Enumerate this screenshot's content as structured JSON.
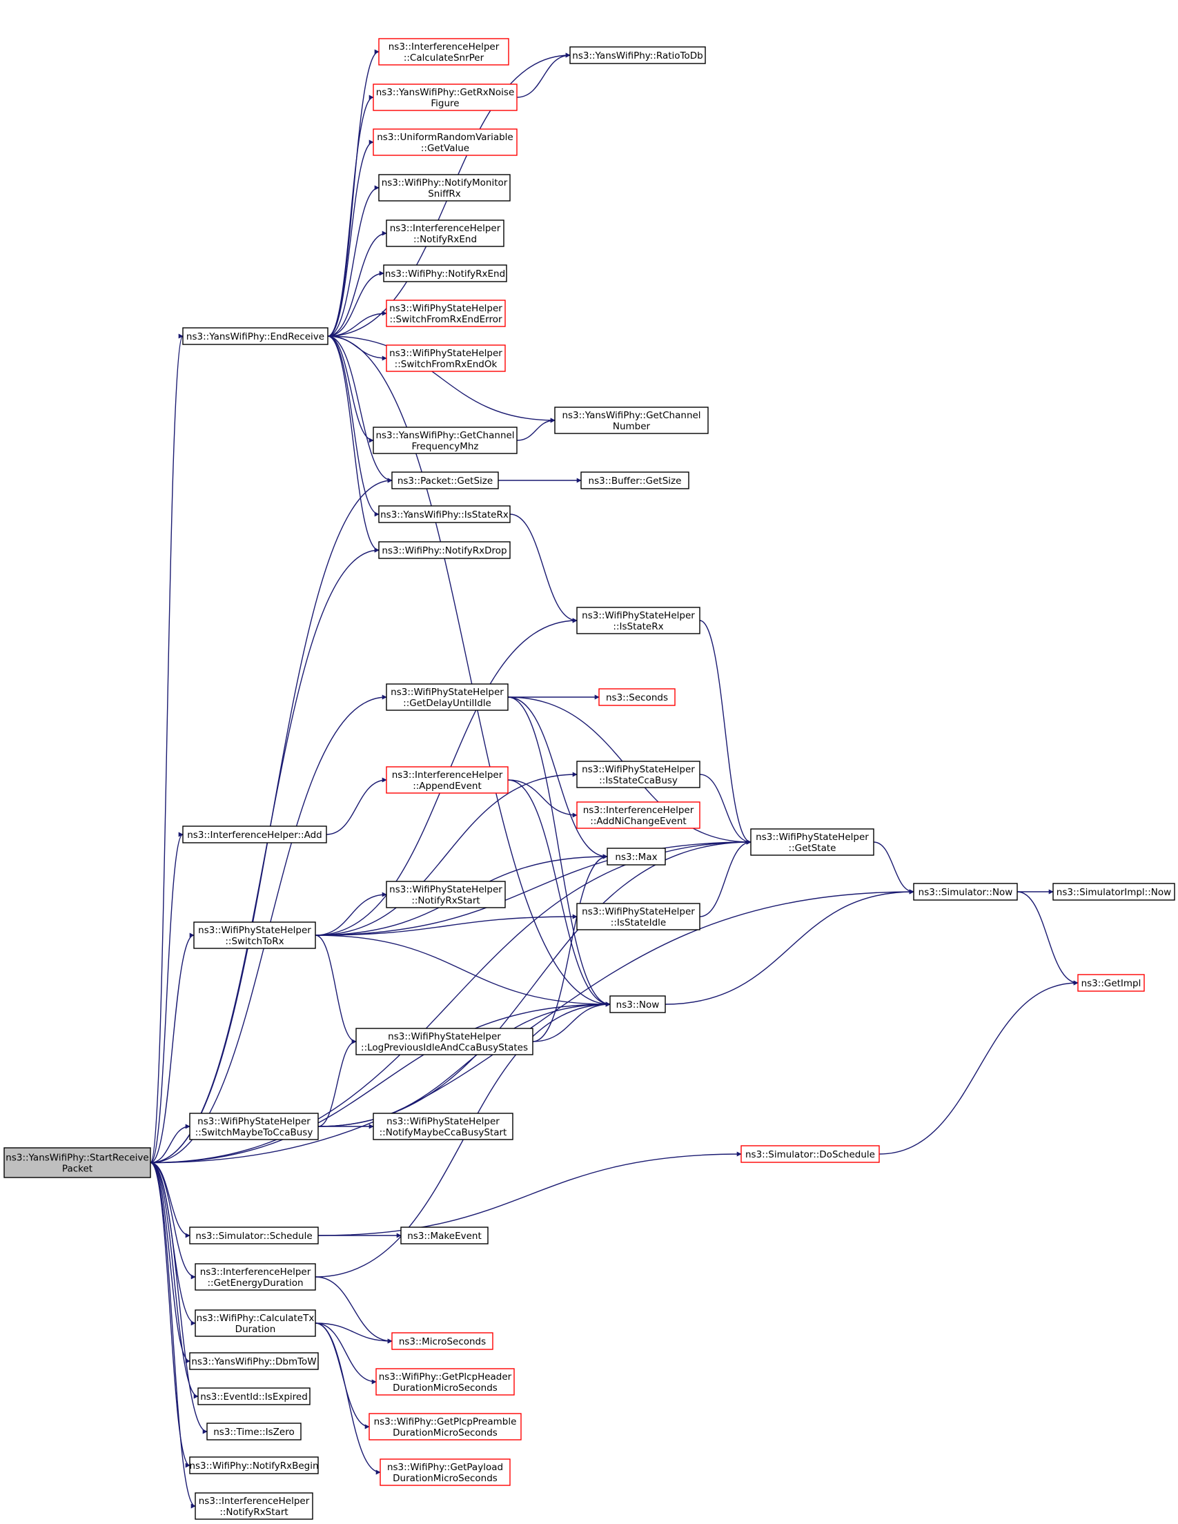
{
  "colors": {
    "edge": "#191970",
    "root_fill": "#bfbfbf",
    "node_fill": "#ffffff",
    "node_border": "#000000",
    "truncated_border": "#ff0000"
  },
  "nodes": [
    {
      "id": "root",
      "lines": [
        "ns3::YansWifiPhy::StartReceive",
        "Packet"
      ],
      "style": "root"
    },
    {
      "id": "endReceive",
      "lines": [
        "ns3::YansWifiPhy::EndReceive"
      ],
      "style": "normal"
    },
    {
      "id": "calcSnr",
      "lines": [
        "ns3::InterferenceHelper",
        "::CalculateSnrPer"
      ],
      "style": "truncated"
    },
    {
      "id": "ratioToDb",
      "lines": [
        "ns3::YansWifiPhy::RatioToDb"
      ],
      "style": "normal"
    },
    {
      "id": "rxNoise",
      "lines": [
        "ns3::YansWifiPhy::GetRxNoise",
        "Figure"
      ],
      "style": "truncated"
    },
    {
      "id": "uniformGet",
      "lines": [
        "ns3::UniformRandomVariable",
        "::GetValue"
      ],
      "style": "truncated"
    },
    {
      "id": "notifyMonitor",
      "lines": [
        "ns3::WifiPhy::NotifyMonitor",
        "SniffRx"
      ],
      "style": "normal"
    },
    {
      "id": "ihNotifyRxEnd",
      "lines": [
        "ns3::InterferenceHelper",
        "::NotifyRxEnd"
      ],
      "style": "normal"
    },
    {
      "id": "wpNotifyRxEnd",
      "lines": [
        "ns3::WifiPhy::NotifyRxEnd"
      ],
      "style": "normal"
    },
    {
      "id": "switchErr",
      "lines": [
        "ns3::WifiPhyStateHelper",
        "::SwitchFromRxEndError"
      ],
      "style": "truncated"
    },
    {
      "id": "switchOk",
      "lines": [
        "ns3::WifiPhyStateHelper",
        "::SwitchFromRxEndOk"
      ],
      "style": "truncated"
    },
    {
      "id": "chanNum",
      "lines": [
        "ns3::YansWifiPhy::GetChannel",
        "Number"
      ],
      "style": "normal"
    },
    {
      "id": "chanFreq",
      "lines": [
        "ns3::YansWifiPhy::GetChannel",
        "FrequencyMhz"
      ],
      "style": "normal"
    },
    {
      "id": "pktSize",
      "lines": [
        "ns3::Packet::GetSize"
      ],
      "style": "normal"
    },
    {
      "id": "bufSize",
      "lines": [
        "ns3::Buffer::GetSize"
      ],
      "style": "normal"
    },
    {
      "id": "yIsStateRx",
      "lines": [
        "ns3::YansWifiPhy::IsStateRx"
      ],
      "style": "normal"
    },
    {
      "id": "notifyRxDrop",
      "lines": [
        "ns3::WifiPhy::NotifyRxDrop"
      ],
      "style": "normal"
    },
    {
      "id": "wIsStateRx",
      "lines": [
        "ns3::WifiPhyStateHelper",
        "::IsStateRx"
      ],
      "style": "normal"
    },
    {
      "id": "delayIdle",
      "lines": [
        "ns3::WifiPhyStateHelper",
        "::GetDelayUntilIdle"
      ],
      "style": "normal"
    },
    {
      "id": "seconds",
      "lines": [
        "ns3::Seconds"
      ],
      "style": "truncated"
    },
    {
      "id": "appendEvent",
      "lines": [
        "ns3::InterferenceHelper",
        "::AppendEvent"
      ],
      "style": "truncated"
    },
    {
      "id": "isCcaBusy",
      "lines": [
        "ns3::WifiPhyStateHelper",
        "::IsStateCcaBusy"
      ],
      "style": "normal"
    },
    {
      "id": "addNi",
      "lines": [
        "ns3::InterferenceHelper",
        "::AddNiChangeEvent"
      ],
      "style": "truncated"
    },
    {
      "id": "ihAdd",
      "lines": [
        "ns3::InterferenceHelper::Add"
      ],
      "style": "normal"
    },
    {
      "id": "getState",
      "lines": [
        "ns3::WifiPhyStateHelper",
        "::GetState"
      ],
      "style": "normal"
    },
    {
      "id": "max",
      "lines": [
        "ns3::Max"
      ],
      "style": "normal"
    },
    {
      "id": "simNow",
      "lines": [
        "ns3::Simulator::Now"
      ],
      "style": "normal"
    },
    {
      "id": "implNow",
      "lines": [
        "ns3::SimulatorImpl::Now"
      ],
      "style": "normal"
    },
    {
      "id": "notifyRxStart",
      "lines": [
        "ns3::WifiPhyStateHelper",
        "::NotifyRxStart"
      ],
      "style": "normal"
    },
    {
      "id": "switchToRx",
      "lines": [
        "ns3::WifiPhyStateHelper",
        "::SwitchToRx"
      ],
      "style": "normal"
    },
    {
      "id": "isStateIdle",
      "lines": [
        "ns3::WifiPhyStateHelper",
        "::IsStateIdle"
      ],
      "style": "normal"
    },
    {
      "id": "getImpl",
      "lines": [
        "ns3::GetImpl"
      ],
      "style": "truncated"
    },
    {
      "id": "now",
      "lines": [
        "ns3::Now"
      ],
      "style": "normal"
    },
    {
      "id": "logPrev",
      "lines": [
        "ns3::WifiPhyStateHelper",
        "::LogPreviousIdleAndCcaBusyStates"
      ],
      "style": "normal"
    },
    {
      "id": "switchMaybe",
      "lines": [
        "ns3::WifiPhyStateHelper",
        "::SwitchMaybeToCcaBusy"
      ],
      "style": "normal"
    },
    {
      "id": "notifyMaybe",
      "lines": [
        "ns3::WifiPhyStateHelper",
        "::NotifyMaybeCcaBusyStart"
      ],
      "style": "normal"
    },
    {
      "id": "doSchedule",
      "lines": [
        "ns3::Simulator::DoSchedule"
      ],
      "style": "truncated"
    },
    {
      "id": "schedule",
      "lines": [
        "ns3::Simulator::Schedule"
      ],
      "style": "normal"
    },
    {
      "id": "makeEvent",
      "lines": [
        "ns3::MakeEvent"
      ],
      "style": "normal"
    },
    {
      "id": "energyDur",
      "lines": [
        "ns3::InterferenceHelper",
        "::GetEnergyDuration"
      ],
      "style": "normal"
    },
    {
      "id": "calcTx",
      "lines": [
        "ns3::WifiPhy::CalculateTx",
        "Duration"
      ],
      "style": "normal"
    },
    {
      "id": "micro",
      "lines": [
        "ns3::MicroSeconds"
      ],
      "style": "truncated"
    },
    {
      "id": "dbmToW",
      "lines": [
        "ns3::YansWifiPhy::DbmToW"
      ],
      "style": "normal"
    },
    {
      "id": "plcpHeader",
      "lines": [
        "ns3::WifiPhy::GetPlcpHeader",
        "DurationMicroSeconds"
      ],
      "style": "truncated"
    },
    {
      "id": "isExpired",
      "lines": [
        "ns3::EventId::IsExpired"
      ],
      "style": "normal"
    },
    {
      "id": "plcpPreamble",
      "lines": [
        "ns3::WifiPhy::GetPlcpPreamble",
        "DurationMicroSeconds"
      ],
      "style": "truncated"
    },
    {
      "id": "isZero",
      "lines": [
        "ns3::Time::IsZero"
      ],
      "style": "normal"
    },
    {
      "id": "payloadDur",
      "lines": [
        "ns3::WifiPhy::GetPayload",
        "DurationMicroSeconds"
      ],
      "style": "truncated"
    },
    {
      "id": "notifyRxBegin",
      "lines": [
        "ns3::WifiPhy::NotifyRxBegin"
      ],
      "style": "normal"
    },
    {
      "id": "ihNotifyRxStart",
      "lines": [
        "ns3::InterferenceHelper",
        "::NotifyRxStart"
      ],
      "style": "normal"
    }
  ],
  "edges": [
    [
      "root",
      "endReceive"
    ],
    [
      "root",
      "pktSize"
    ],
    [
      "root",
      "notifyRxDrop"
    ],
    [
      "root",
      "simNow"
    ],
    [
      "root",
      "getState"
    ],
    [
      "root",
      "delayIdle"
    ],
    [
      "root",
      "ihAdd"
    ],
    [
      "root",
      "switchToRx"
    ],
    [
      "root",
      "switchMaybe"
    ],
    [
      "root",
      "now"
    ],
    [
      "root",
      "schedule"
    ],
    [
      "root",
      "energyDur"
    ],
    [
      "root",
      "calcTx"
    ],
    [
      "root",
      "dbmToW"
    ],
    [
      "root",
      "isExpired"
    ],
    [
      "root",
      "isZero"
    ],
    [
      "root",
      "notifyRxBegin"
    ],
    [
      "root",
      "ihNotifyRxStart"
    ],
    [
      "endReceive",
      "calcSnr"
    ],
    [
      "endReceive",
      "ratioToDb"
    ],
    [
      "endReceive",
      "rxNoise"
    ],
    [
      "endReceive",
      "uniformGet"
    ],
    [
      "endReceive",
      "notifyMonitor"
    ],
    [
      "endReceive",
      "ihNotifyRxEnd"
    ],
    [
      "endReceive",
      "wpNotifyRxEnd"
    ],
    [
      "endReceive",
      "switchErr"
    ],
    [
      "endReceive",
      "switchOk"
    ],
    [
      "endReceive",
      "chanNum"
    ],
    [
      "endReceive",
      "chanFreq"
    ],
    [
      "endReceive",
      "pktSize"
    ],
    [
      "endReceive",
      "yIsStateRx"
    ],
    [
      "endReceive",
      "notifyRxDrop"
    ],
    [
      "endReceive",
      "now"
    ],
    [
      "rxNoise",
      "ratioToDb"
    ],
    [
      "chanFreq",
      "chanNum"
    ],
    [
      "pktSize",
      "bufSize"
    ],
    [
      "yIsStateRx",
      "wIsStateRx"
    ],
    [
      "wIsStateRx",
      "getState"
    ],
    [
      "delayIdle",
      "seconds"
    ],
    [
      "delayIdle",
      "getState"
    ],
    [
      "delayIdle",
      "max"
    ],
    [
      "delayIdle",
      "now"
    ],
    [
      "isCcaBusy",
      "getState"
    ],
    [
      "appendEvent",
      "addNi"
    ],
    [
      "appendEvent",
      "now"
    ],
    [
      "ihAdd",
      "appendEvent"
    ],
    [
      "getState",
      "simNow"
    ],
    [
      "simNow",
      "implNow"
    ],
    [
      "simNow",
      "getImpl"
    ],
    [
      "isStateIdle",
      "getState"
    ],
    [
      "switchToRx",
      "wIsStateRx"
    ],
    [
      "switchToRx",
      "isCcaBusy"
    ],
    [
      "switchToRx",
      "max"
    ],
    [
      "switchToRx",
      "notifyRxStart"
    ],
    [
      "switchToRx",
      "isStateIdle"
    ],
    [
      "switchToRx",
      "getState"
    ],
    [
      "switchToRx",
      "now"
    ],
    [
      "switchToRx",
      "logPrev"
    ],
    [
      "now",
      "simNow"
    ],
    [
      "logPrev",
      "max"
    ],
    [
      "logPrev",
      "now"
    ],
    [
      "switchMaybe",
      "logPrev"
    ],
    [
      "switchMaybe",
      "getState"
    ],
    [
      "switchMaybe",
      "notifyMaybe"
    ],
    [
      "switchMaybe",
      "now"
    ],
    [
      "doSchedule",
      "getImpl"
    ],
    [
      "schedule",
      "makeEvent"
    ],
    [
      "schedule",
      "doSchedule"
    ],
    [
      "energyDur",
      "now"
    ],
    [
      "energyDur",
      "micro"
    ],
    [
      "calcTx",
      "micro"
    ],
    [
      "calcTx",
      "plcpHeader"
    ],
    [
      "calcTx",
      "plcpPreamble"
    ],
    [
      "calcTx",
      "payloadDur"
    ]
  ]
}
